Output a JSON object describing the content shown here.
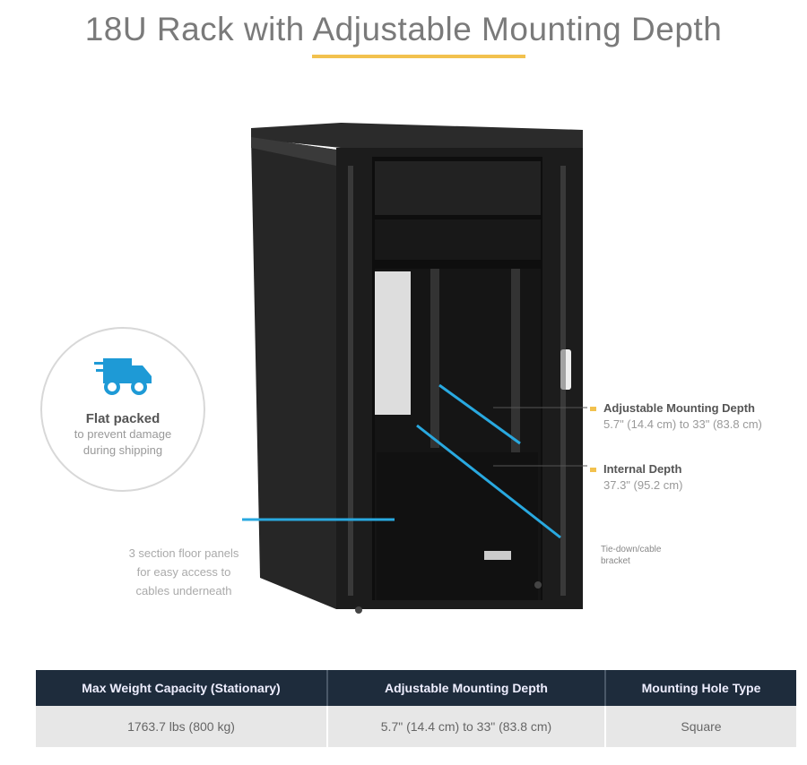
{
  "title": "18U Rack with Adjustable Mounting Depth",
  "badge": {
    "title": "Flat packed",
    "line1": "to prevent damage",
    "line2": "during shipping",
    "icon": "delivery-truck-icon"
  },
  "callouts": [
    {
      "heading": "Adjustable Mounting Depth",
      "value": "5.7\" (14.4 cm) to 33\" (83.8 cm)"
    },
    {
      "heading": "Internal Depth",
      "value": "37.3\" (95.2 cm)"
    }
  ],
  "floor_note": {
    "line1": "3 section floor panels",
    "line2": "for easy access to",
    "line3": "cables underneath"
  },
  "bracket_note": {
    "line1": "Tie-down/cable",
    "line2": "bracket"
  },
  "table": {
    "headers": [
      "Max Weight Capacity (Stationary)",
      "Adjustable Mounting Depth",
      "Mounting Hole Type"
    ],
    "row": [
      "1763.7 lbs (800 kg)",
      "5.7\" (14.4 cm) to 33\" (83.8 cm)",
      "Square"
    ]
  },
  "colors": {
    "accent": "#f2c14e",
    "blue": "#1e9ad6",
    "header": "#1e2c3c"
  }
}
